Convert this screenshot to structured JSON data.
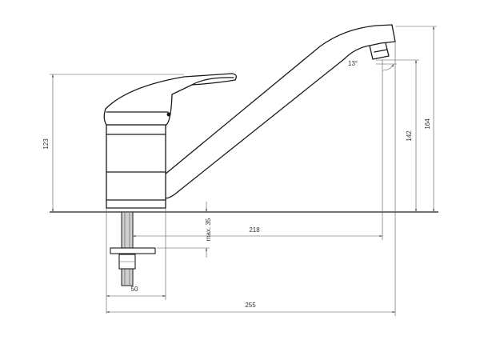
{
  "dimensions": {
    "total_height": "123",
    "spout_height": "142",
    "overall_height": "164",
    "angle": "13°",
    "spout_reach": "218",
    "mount_depth": "max. 35",
    "base_diameter": "50",
    "total_length": "255"
  }
}
